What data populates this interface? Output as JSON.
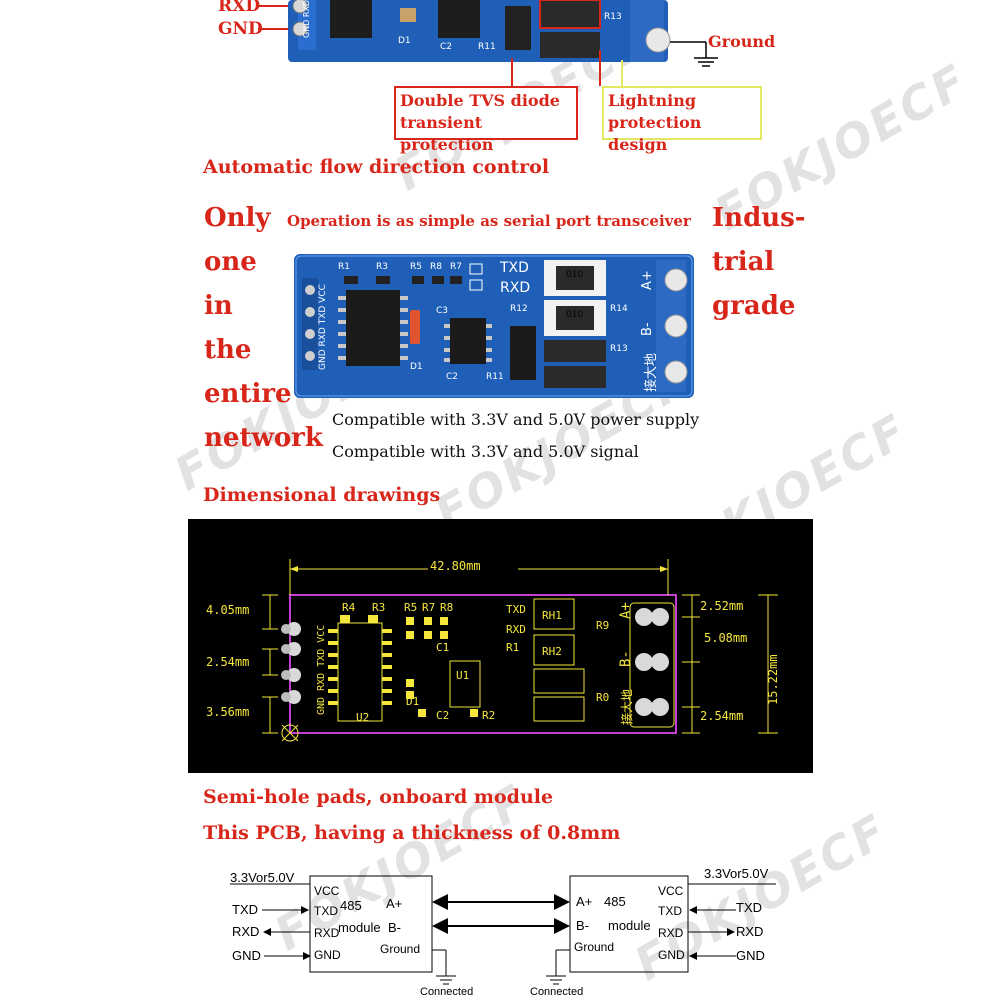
{
  "top": {
    "rxd": "RXD",
    "gnd": "GND",
    "ground": "Ground",
    "tvs_line1": "Double TVS diode",
    "tvs_line2": "transient protection",
    "lightning_line1": "Lightning",
    "lightning_line2": "protection design",
    "pcb_labels": {
      "d1": "D1",
      "c2": "C2",
      "r11": "R11",
      "r13": "R13",
      "pins": "GND RXD"
    }
  },
  "features": {
    "heading": "Automatic flow direction control",
    "left_words": [
      "Only",
      "one",
      "in",
      "the",
      "entire",
      "network"
    ],
    "operation": "Operation is as simple as serial port transceiver",
    "right_words": [
      "Indus-",
      "trial",
      "grade"
    ],
    "compat_power": "Compatible with 3.3V and 5.0V power supply",
    "compat_signal": "Compatible with 3.3V and 5.0V signal",
    "pcb_labels": {
      "r1": "R1",
      "r3": "R3",
      "r5": "R5",
      "r8": "R8",
      "r7": "R7",
      "txd": "TXD",
      "rxd": "RXD",
      "c3": "C3",
      "r12": "R12",
      "r14": "R14",
      "r13": "R13",
      "d1": "D1",
      "c2": "C2",
      "r11": "R11",
      "pins": "GND RXD TXD VCC",
      "a_plus": "A+",
      "b_minus": "B-",
      "ground_cn": "接大地",
      "tvs": "010"
    }
  },
  "dimensions": {
    "heading": "Dimensional drawings",
    "width": "42.80mm",
    "left_top": "4.05mm",
    "left_mid": "2.54mm",
    "left_bot": "3.56mm",
    "right_top": "2.52mm",
    "right_mid": "5.08mm",
    "right_bot": "2.54mm",
    "height": "15.22mm",
    "labels": {
      "r4": "R4",
      "r3": "R3",
      "r5": "R5",
      "r7": "R7",
      "r8": "R8",
      "txd": "TXD",
      "rxd": "RXD",
      "rh1": "RH1",
      "rh2": "RH2",
      "r9": "R9",
      "r0": "R0",
      "c1": "C1",
      "r1": "R1",
      "u1": "U1",
      "u2": "U2",
      "d1": "D1",
      "c2": "C2",
      "r2": "R2",
      "a_plus": "A+",
      "b_minus": "B-",
      "pins": "GND RXD TXD VCC",
      "ground_cn": "接大地"
    }
  },
  "pcb_info": {
    "semi_hole": "Semi-hole pads, onboard module",
    "thickness": "This PCB, having a thickness of 0.8mm"
  },
  "wiring": {
    "left": {
      "supply": "3.3Vor5.0V",
      "txd": "TXD",
      "rxd": "RXD",
      "gnd": "GND",
      "vcc_pin": "VCC",
      "txd_pin": "TXD",
      "rxd_pin": "RXD",
      "gnd_pin": "GND",
      "num": "485",
      "module": "module",
      "a_plus": "A+",
      "b_minus": "B-",
      "ground": "Ground",
      "connected": "Connected"
    },
    "right": {
      "supply": "3.3Vor5.0V",
      "txd": "TXD",
      "rxd": "RXD",
      "gnd": "GND",
      "vcc_pin": "VCC",
      "txd_pin": "TXD",
      "rxd_pin": "RXD",
      "gnd_pin": "GND",
      "num": "485",
      "module": "module",
      "a_plus": "A+",
      "b_minus": "B-",
      "ground": "Ground",
      "connected": "Connected"
    }
  },
  "watermark": "FOKJOECF",
  "colors": {
    "red": "#d8261a",
    "pcb_blue": "#1f5fb8",
    "cad_yellow": "#f5e63c",
    "outline_magenta": "#c13fd1"
  }
}
